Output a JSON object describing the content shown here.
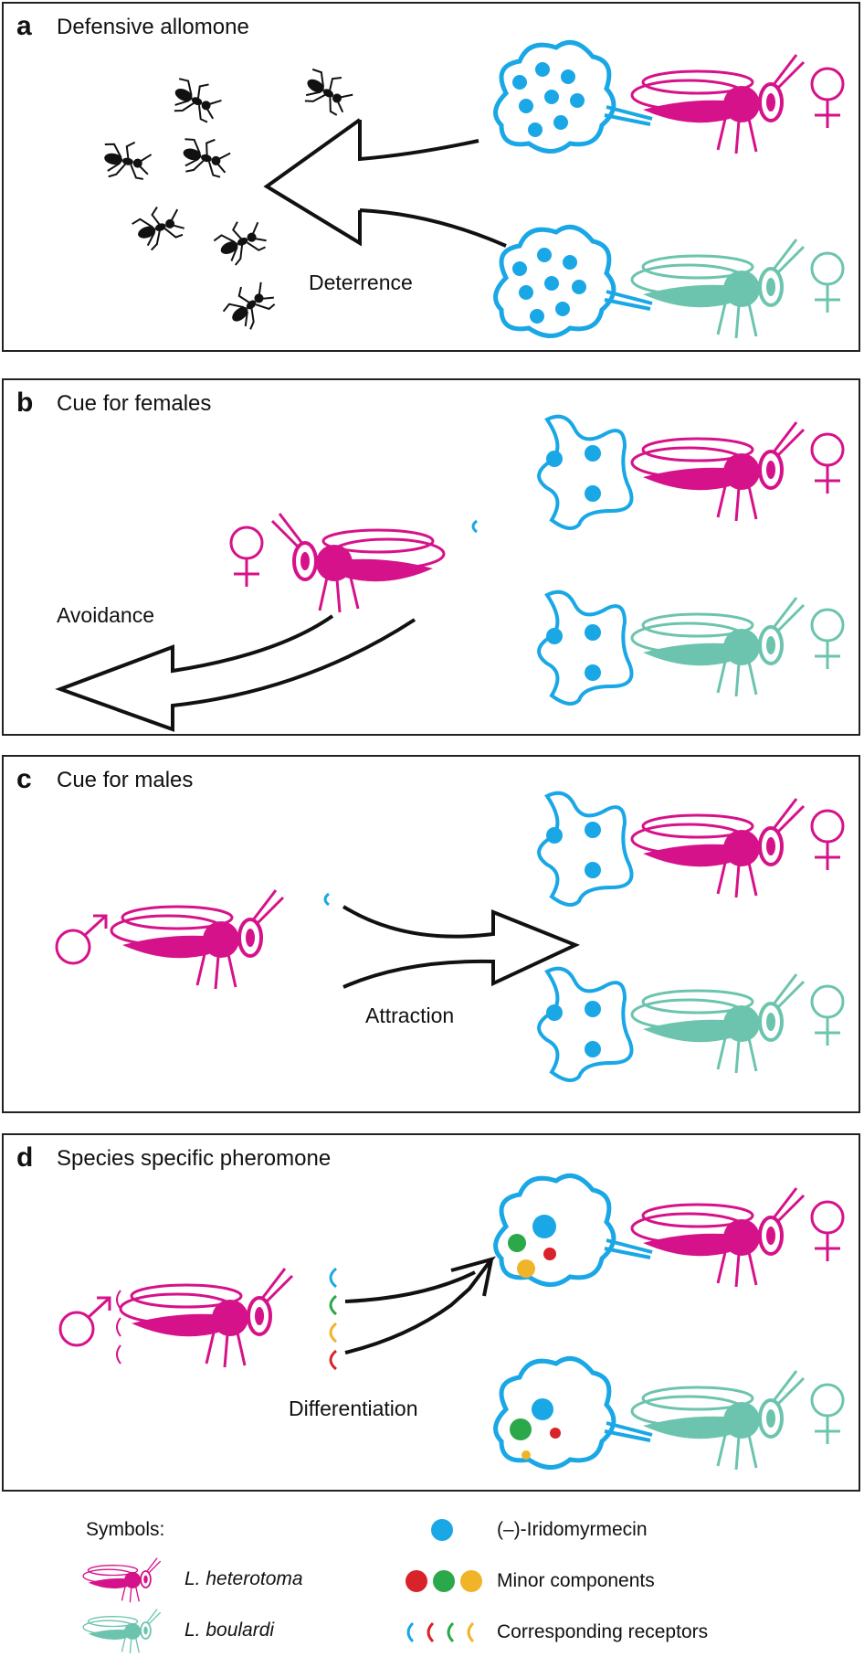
{
  "panels": [
    {
      "letter": "a",
      "title": "Defensive allomone",
      "arrow_label": "Deterrence"
    },
    {
      "letter": "b",
      "title": "Cue for females",
      "arrow_label": "Avoidance"
    },
    {
      "letter": "c",
      "title": "Cue for males",
      "arrow_label": "Attraction"
    },
    {
      "letter": "d",
      "title": "Species specific pheromone",
      "arrow_label": "Differentiation"
    }
  ],
  "legend": {
    "heading": "Symbols:",
    "species_1": "L. heterotoma",
    "species_2": "L. boulardi",
    "iridomyrmecin": "(–)-Iridomyrmecin",
    "minor": "Minor components",
    "receptors": "Corresponding receptors"
  },
  "colors": {
    "heterotoma": "#d6128a",
    "boulardi": "#6cc4ae",
    "iridomyrmecin": "#1aa7e6",
    "minor_red": "#d8232a",
    "minor_green": "#2aa84a",
    "minor_yellow": "#f0b429",
    "ink": "#111111"
  }
}
